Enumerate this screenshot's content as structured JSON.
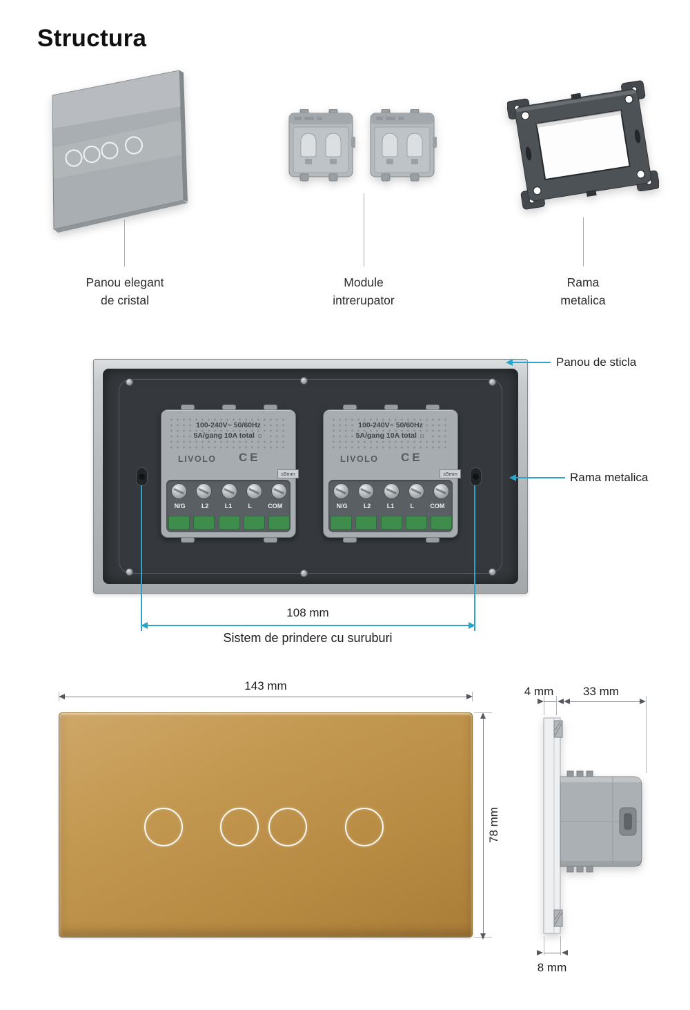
{
  "title": "Structura",
  "colors": {
    "accent_cyan": "#29A5CB",
    "glass_gray": "#A9AEB2",
    "frame_dark": "#4C5155",
    "panel_gold": "#BC8F4A"
  },
  "parts": [
    {
      "label_line1": "Panou elegant",
      "label_line2": "de cristal"
    },
    {
      "label_line1": "Module",
      "label_line2": "intrerupator"
    },
    {
      "label_line1": "Rama",
      "label_line2": "metalica"
    }
  ],
  "back_view": {
    "callout_glass": "Panou de sticla",
    "callout_frame": "Rama metalica",
    "screw_dim": "108 mm",
    "screw_text": "Sistem de prindere cu suruburi",
    "module": {
      "voltage": "100-240V~ 50/60Hz",
      "rating": "5A/gang 10A total ☼",
      "brand": "LIVOLO",
      "ce": "CE",
      "gauge": "≤5mm",
      "terminals": [
        "N/G",
        "L2",
        "L1",
        "L",
        "COM"
      ]
    }
  },
  "dimensions": {
    "width": "143 mm",
    "height": "78 mm",
    "glass_depth": "4 mm",
    "module_depth": "33 mm",
    "total_depth": "8 mm"
  }
}
